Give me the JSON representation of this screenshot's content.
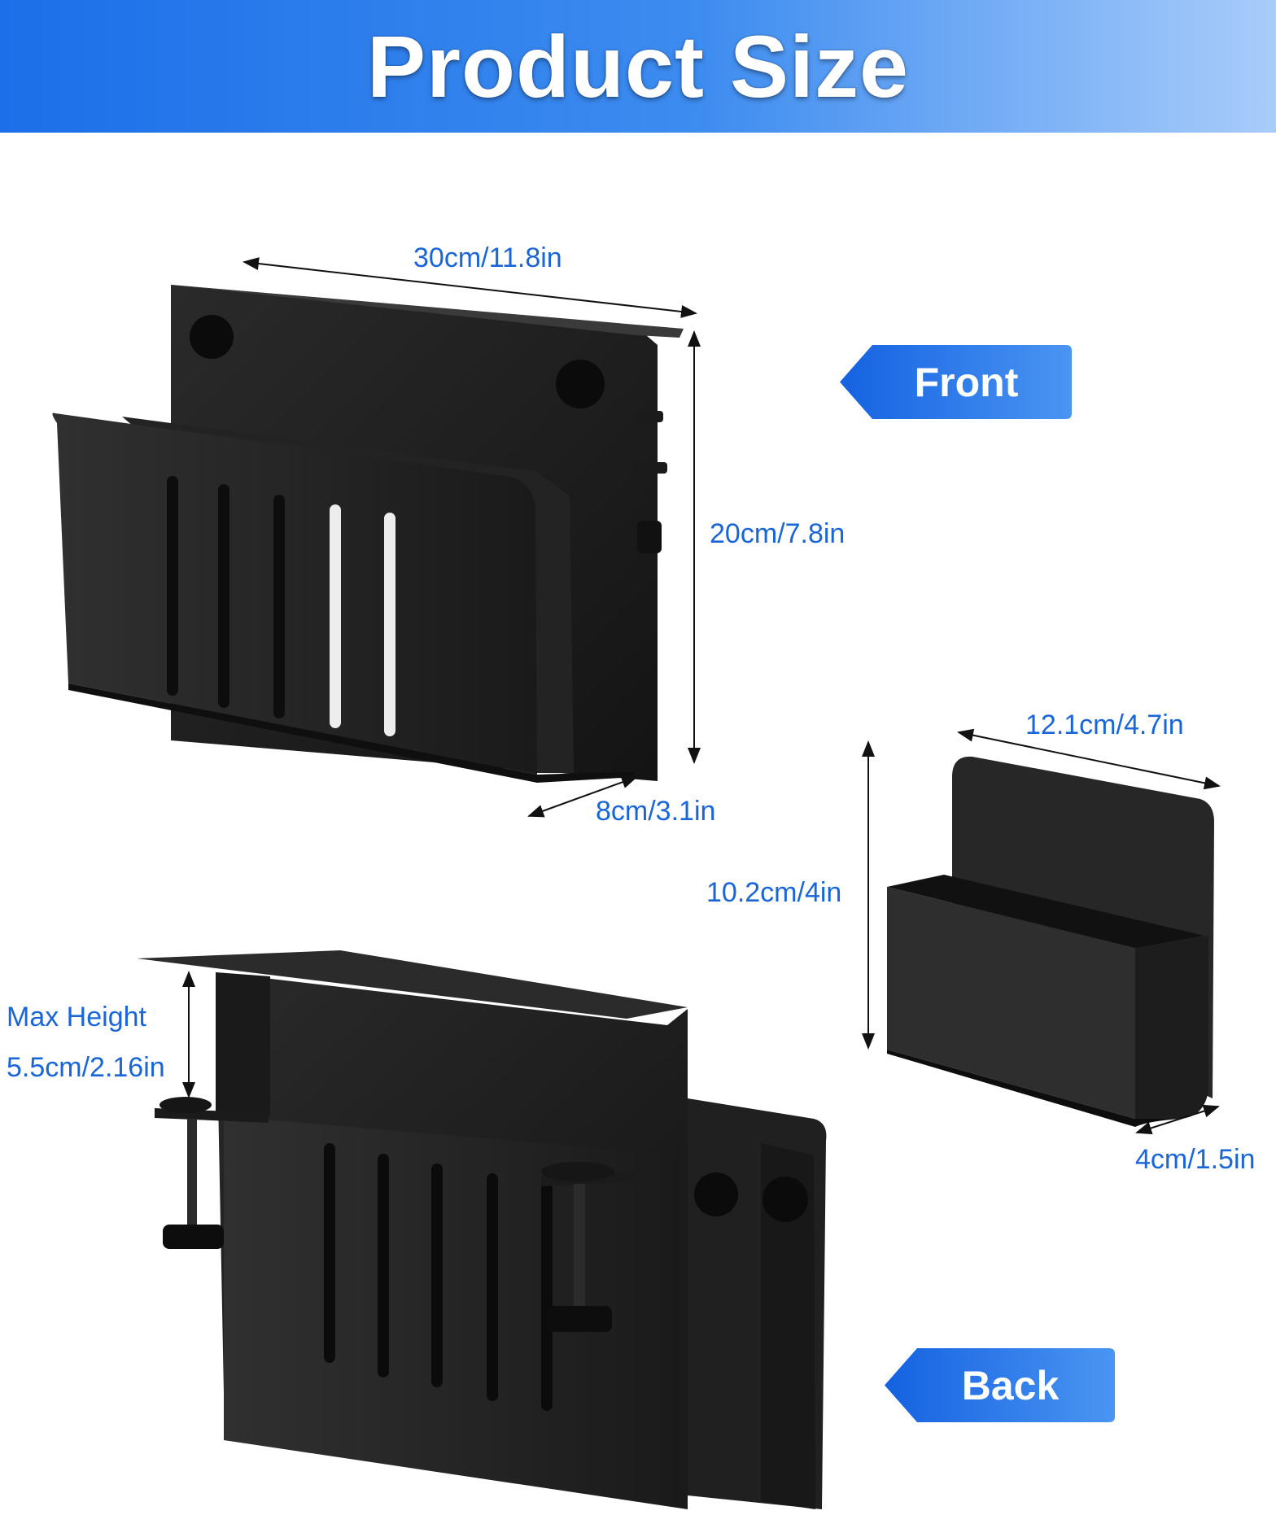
{
  "header": {
    "title": "Product Size"
  },
  "dimensions": {
    "main_width": "30cm/11.8in",
    "main_height": "20cm/7.8in",
    "main_depth": "8cm/3.1in",
    "cup_width": "12.1cm/4.7in",
    "cup_height": "10.2cm/4in",
    "cup_depth": "4cm/1.5in",
    "max_height_label": "Max Height",
    "max_height_value": "5.5cm/2.16in"
  },
  "tags": {
    "front": "Front",
    "back": "Back"
  },
  "colors": {
    "accent": "#1a66d8",
    "banner_start": "#1c6fe8",
    "banner_end": "#a9ccfa",
    "product": "#1e1e1e"
  }
}
